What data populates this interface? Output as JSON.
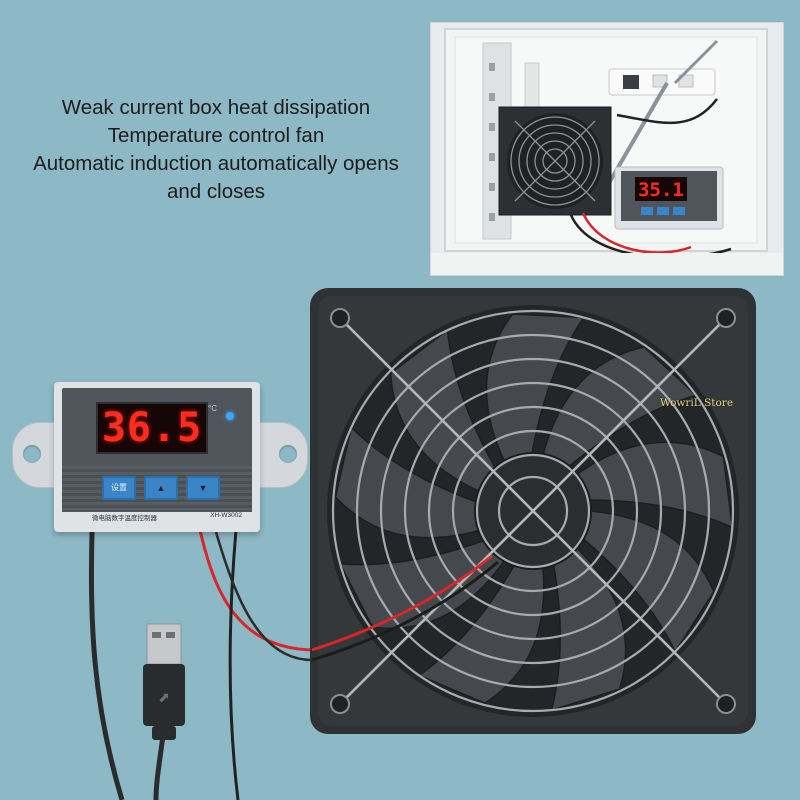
{
  "headline": {
    "lines": [
      "Weak current box heat dissipation",
      "Temperature control fan",
      "Automatic induction automatically opens",
      "and closes"
    ]
  },
  "inset": {
    "display_reading": "35.1"
  },
  "controller": {
    "display_reading": "36.5",
    "unit_mark": "°C",
    "buttons": {
      "set": "设置",
      "up": "▲",
      "down": "▼"
    },
    "description": "微电脑数字温度控制器",
    "model": "XH-W3002",
    "led_color": "#3fa7ff"
  },
  "colors": {
    "background": "#8db8c6",
    "display_red": "#ff2d1d",
    "fan_body": "#2f3235",
    "cable_red": "#d8262a"
  },
  "watermark": {
    "text": "WowriL Store"
  }
}
